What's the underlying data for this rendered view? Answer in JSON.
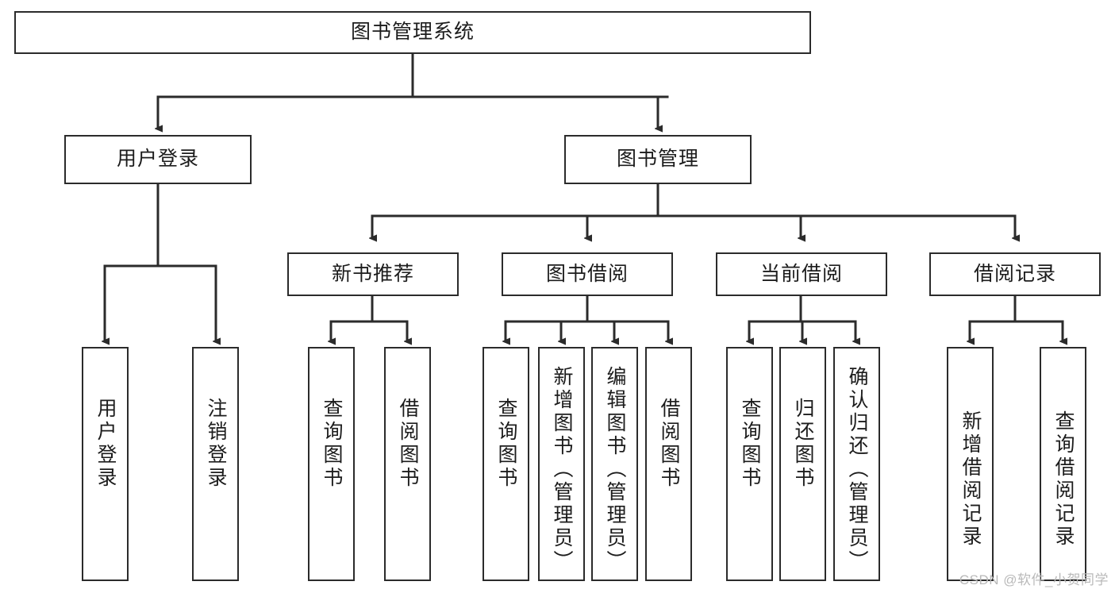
{
  "diagram": {
    "type": "tree",
    "title": "图书管理系统",
    "colors": {
      "stroke": "#2b2b2b",
      "text": "#1c1c1c",
      "background": "#ffffff",
      "watermark": "#b9b9b9"
    },
    "root": {
      "label": "图书管理系统"
    },
    "level2": [
      {
        "label": "用户登录"
      },
      {
        "label": "图书管理"
      }
    ],
    "level3": [
      {
        "label": "新书推荐"
      },
      {
        "label": "图书借阅"
      },
      {
        "label": "当前借阅"
      },
      {
        "label": "借阅记录"
      }
    ],
    "leaves": [
      {
        "label": "用户登录",
        "parent": "用户登录"
      },
      {
        "label": "注销登录",
        "parent": "用户登录"
      },
      {
        "label": "查询图书",
        "parent": "新书推荐"
      },
      {
        "label": "借阅图书",
        "parent": "新书推荐"
      },
      {
        "label": "查询图书",
        "parent": "图书借阅"
      },
      {
        "label": "新增图书（管理员）",
        "parent": "图书借阅"
      },
      {
        "label": "编辑图书（管理员）",
        "parent": "图书借阅"
      },
      {
        "label": "借阅图书",
        "parent": "图书借阅"
      },
      {
        "label": "查询图书",
        "parent": "当前借阅"
      },
      {
        "label": "归还图书",
        "parent": "当前借阅"
      },
      {
        "label": "确认归还（管理员）",
        "parent": "当前借阅"
      },
      {
        "label": "新增借阅记录",
        "parent": "借阅记录"
      },
      {
        "label": "查询借阅记录",
        "parent": "借阅记录"
      }
    ]
  },
  "watermark": {
    "text": "CSDN @软件_小贺同学"
  }
}
